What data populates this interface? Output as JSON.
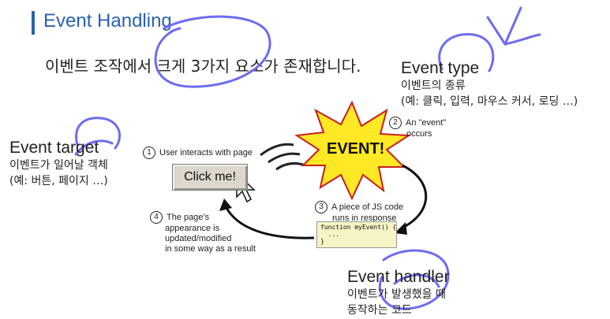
{
  "slide": {
    "title": "Event Handling",
    "subtitle": "이벤트 조작에서 크게 3가지 요소가 존재합니다."
  },
  "event_type": {
    "heading": "Event type",
    "desc_line1": "이벤트의 종류",
    "desc_line2": "(예: 클릭, 입력, 마우스 커서, 로딩 …)"
  },
  "event_target": {
    "heading": "Event target",
    "desc_line1": "이벤트가 일어날 객체",
    "desc_line2": "(예: 버튼, 페이지 …)"
  },
  "event_handler": {
    "heading": "Event handler",
    "desc_line1": "이벤트가 발생했을 때",
    "desc_line2": "동작하는 코드"
  },
  "diagram": {
    "step1": {
      "num": "1",
      "text": "User interacts with page"
    },
    "step2": {
      "num": "2",
      "line1": "An \"event\"",
      "line2": "occurs"
    },
    "step3": {
      "num": "3",
      "line1": "A piece of JS code",
      "line2": "runs in response"
    },
    "step4": {
      "num": "4",
      "line1": "The page's",
      "line2": "appearance is",
      "line3": "updated/modified",
      "line4": "in some way as a result"
    },
    "button_label": "Click me!",
    "burst_label": "EVENT!",
    "code_line1": "function myEvent() {",
    "code_line2": "  ...",
    "code_line3": "}"
  },
  "colors": {
    "title_blue": "#2a62b0",
    "annotation_purple": "#6e6cf0",
    "burst_yellow": "#ffe824",
    "burst_red": "#c81e1e"
  }
}
